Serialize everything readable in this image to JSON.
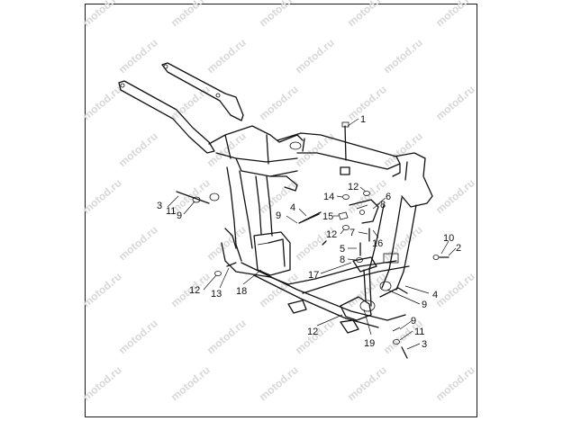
{
  "watermark": "motod.ru",
  "callouts": [
    {
      "id": "c1",
      "label": "1"
    },
    {
      "id": "c2",
      "label": "2"
    },
    {
      "id": "c3a",
      "label": "3"
    },
    {
      "id": "c3b",
      "label": "3"
    },
    {
      "id": "c4a",
      "label": "4"
    },
    {
      "id": "c4b",
      "label": "4"
    },
    {
      "id": "c5",
      "label": "5"
    },
    {
      "id": "c6",
      "label": "6"
    },
    {
      "id": "c7",
      "label": "7"
    },
    {
      "id": "c8a",
      "label": "8"
    },
    {
      "id": "c8b",
      "label": "8"
    },
    {
      "id": "c9a",
      "label": "9"
    },
    {
      "id": "c9b",
      "label": "9"
    },
    {
      "id": "c9c",
      "label": "9"
    },
    {
      "id": "c9d",
      "label": "9"
    },
    {
      "id": "c10",
      "label": "10"
    },
    {
      "id": "c11a",
      "label": "11"
    },
    {
      "id": "c11b",
      "label": "11"
    },
    {
      "id": "c12a",
      "label": "12"
    },
    {
      "id": "c12b",
      "label": "12"
    },
    {
      "id": "c12c",
      "label": "12"
    },
    {
      "id": "c12d",
      "label": "12"
    },
    {
      "id": "c13",
      "label": "13"
    },
    {
      "id": "c14",
      "label": "14"
    },
    {
      "id": "c15",
      "label": "15"
    },
    {
      "id": "c16",
      "label": "16"
    },
    {
      "id": "c17",
      "label": "17"
    },
    {
      "id": "c18",
      "label": "18"
    },
    {
      "id": "c19",
      "label": "19"
    }
  ]
}
